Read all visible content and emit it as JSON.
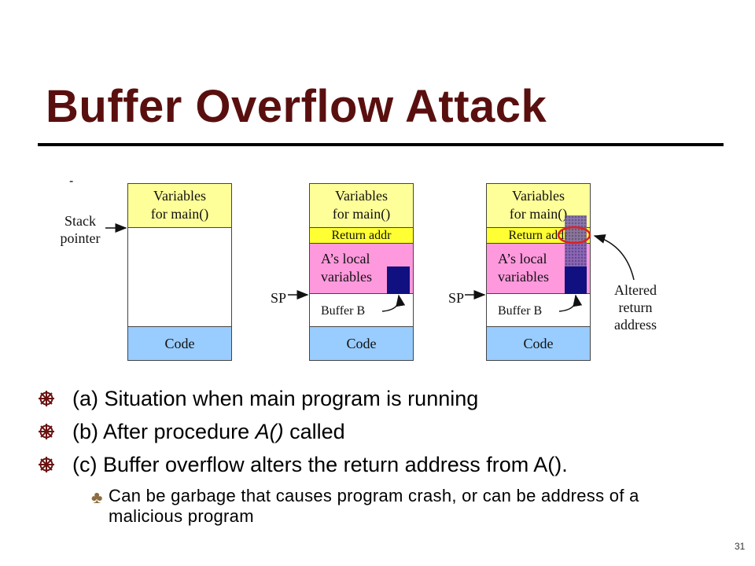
{
  "title": "Buffer Overflow Attack",
  "dash": "-",
  "diagram": {
    "vars_line1": "Variables",
    "vars_line2": "for main()",
    "return_addr": "Return addr",
    "local_line1": "A’s local",
    "local_line2": "variables",
    "buffer": "Buffer B",
    "code": "Code",
    "stack_pointer_line1": "Stack",
    "stack_pointer_line2": "pointer",
    "sp": "SP",
    "altered_line1": "Altered",
    "altered_line2": "return",
    "altered_line3": "address"
  },
  "bullets": [
    {
      "pre": "(a) Situation when main program is running",
      "em": "",
      "post": ""
    },
    {
      "pre": "(b) After procedure ",
      "em": "A()",
      "post": " called"
    },
    {
      "pre": "(c) Buffer overflow alters the return address from A().",
      "em": "",
      "post": ""
    }
  ],
  "sub_bullet": "Can be garbage that causes program crash, or can be address of a malicious program",
  "page_number": "31",
  "colors": {
    "title": "#5a0f0f",
    "vars_bg": "#ffff99",
    "return_bg": "#ffff33",
    "local_bg": "#ff99dd",
    "code_bg": "#99ccff",
    "buffer_fill": "#101080",
    "overflow_fill": "#7a5fb0",
    "highlight": "#e02020"
  }
}
